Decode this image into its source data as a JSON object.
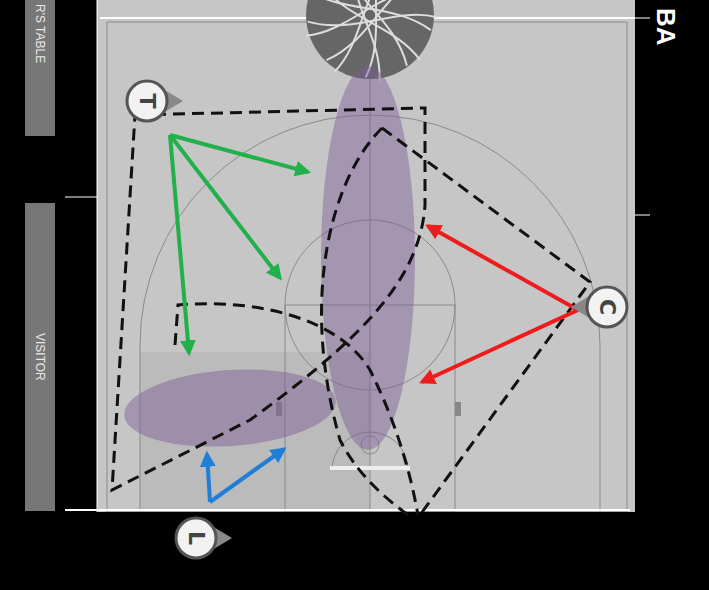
{
  "diagram": {
    "nodes": [
      {
        "text": [
          "T"
        ]
      },
      {
        "text": [
          "C"
        ]
      },
      {
        "text": [
          "L"
        ]
      }
    ],
    "labels": [
      "R'S TABLE",
      "VISITOR",
      "BA"
    ]
  }
}
